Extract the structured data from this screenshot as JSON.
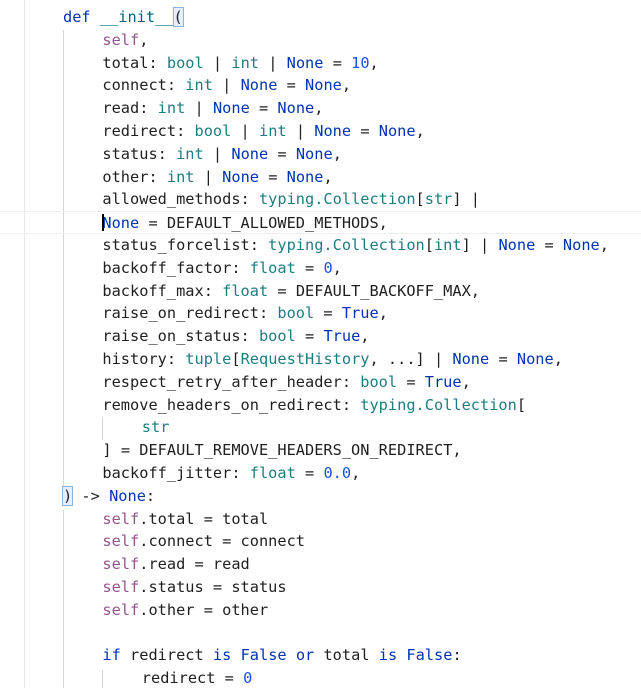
{
  "editor": {
    "language": "python",
    "lines": [
      [
        [
          "def",
          "kw"
        ],
        [
          " ",
          "p"
        ],
        [
          "__init__",
          "fn"
        ],
        [
          "(",
          "p"
        ]
      ],
      [
        [
          "self",
          "self"
        ],
        [
          ",",
          "p"
        ]
      ],
      [
        [
          "total",
          "p"
        ],
        [
          ": ",
          "p"
        ],
        [
          "bool",
          "typ"
        ],
        [
          " | ",
          "p"
        ],
        [
          "int",
          "typ"
        ],
        [
          " | ",
          "p"
        ],
        [
          "None",
          "kw"
        ],
        [
          " = ",
          "p"
        ],
        [
          "10",
          "num"
        ],
        [
          ",",
          "p"
        ]
      ],
      [
        [
          "connect",
          "p"
        ],
        [
          ": ",
          "p"
        ],
        [
          "int",
          "typ"
        ],
        [
          " | ",
          "p"
        ],
        [
          "None",
          "kw"
        ],
        [
          " = ",
          "p"
        ],
        [
          "None",
          "kw"
        ],
        [
          ",",
          "p"
        ]
      ],
      [
        [
          "read",
          "p"
        ],
        [
          ": ",
          "p"
        ],
        [
          "int",
          "typ"
        ],
        [
          " | ",
          "p"
        ],
        [
          "None",
          "kw"
        ],
        [
          " = ",
          "p"
        ],
        [
          "None",
          "kw"
        ],
        [
          ",",
          "p"
        ]
      ],
      [
        [
          "redirect",
          "p"
        ],
        [
          ": ",
          "p"
        ],
        [
          "bool",
          "typ"
        ],
        [
          " | ",
          "p"
        ],
        [
          "int",
          "typ"
        ],
        [
          " | ",
          "p"
        ],
        [
          "None",
          "kw"
        ],
        [
          " = ",
          "p"
        ],
        [
          "None",
          "kw"
        ],
        [
          ",",
          "p"
        ]
      ],
      [
        [
          "status",
          "p"
        ],
        [
          ": ",
          "p"
        ],
        [
          "int",
          "typ"
        ],
        [
          " | ",
          "p"
        ],
        [
          "None",
          "kw"
        ],
        [
          " = ",
          "p"
        ],
        [
          "None",
          "kw"
        ],
        [
          ",",
          "p"
        ]
      ],
      [
        [
          "other",
          "p"
        ],
        [
          ": ",
          "p"
        ],
        [
          "int",
          "typ"
        ],
        [
          " | ",
          "p"
        ],
        [
          "None",
          "kw"
        ],
        [
          " = ",
          "p"
        ],
        [
          "None",
          "kw"
        ],
        [
          ",",
          "p"
        ]
      ],
      [
        [
          "allowed_methods",
          "p"
        ],
        [
          ": ",
          "p"
        ],
        [
          "typing.Collection",
          "typ"
        ],
        [
          "[",
          "p"
        ],
        [
          "str",
          "typ"
        ],
        [
          "] |",
          "p"
        ]
      ],
      [
        [
          "None",
          "kw"
        ],
        [
          " = DEFAULT_ALLOWED_METHODS,",
          "p"
        ]
      ],
      [
        [
          "status_forcelist",
          "p"
        ],
        [
          ": ",
          "p"
        ],
        [
          "typing.Collection",
          "typ"
        ],
        [
          "[",
          "p"
        ],
        [
          "int",
          "typ"
        ],
        [
          "] | ",
          "p"
        ],
        [
          "None",
          "kw"
        ],
        [
          " = ",
          "p"
        ],
        [
          "None",
          "kw"
        ],
        [
          ",",
          "p"
        ]
      ],
      [
        [
          "backoff_factor",
          "p"
        ],
        [
          ": ",
          "p"
        ],
        [
          "float",
          "typ"
        ],
        [
          " = ",
          "p"
        ],
        [
          "0",
          "num"
        ],
        [
          ",",
          "p"
        ]
      ],
      [
        [
          "backoff_max",
          "p"
        ],
        [
          ": ",
          "p"
        ],
        [
          "float",
          "typ"
        ],
        [
          " = DEFAULT_BACKOFF_MAX,",
          "p"
        ]
      ],
      [
        [
          "raise_on_redirect",
          "p"
        ],
        [
          ": ",
          "p"
        ],
        [
          "bool",
          "typ"
        ],
        [
          " = ",
          "p"
        ],
        [
          "True",
          "kw"
        ],
        [
          ",",
          "p"
        ]
      ],
      [
        [
          "raise_on_status",
          "p"
        ],
        [
          ": ",
          "p"
        ],
        [
          "bool",
          "typ"
        ],
        [
          " = ",
          "p"
        ],
        [
          "True",
          "kw"
        ],
        [
          ",",
          "p"
        ]
      ],
      [
        [
          "history",
          "p"
        ],
        [
          ": ",
          "p"
        ],
        [
          "tuple",
          "typ"
        ],
        [
          "[",
          "p"
        ],
        [
          "RequestHistory",
          "typ"
        ],
        [
          ", ...] | ",
          "p"
        ],
        [
          "None",
          "kw"
        ],
        [
          " = ",
          "p"
        ],
        [
          "None",
          "kw"
        ],
        [
          ",",
          "p"
        ]
      ],
      [
        [
          "respect_retry_after_header",
          "p"
        ],
        [
          ": ",
          "p"
        ],
        [
          "bool",
          "typ"
        ],
        [
          " = ",
          "p"
        ],
        [
          "True",
          "kw"
        ],
        [
          ",",
          "p"
        ]
      ],
      [
        [
          "remove_headers_on_redirect",
          "p"
        ],
        [
          ": ",
          "p"
        ],
        [
          "typing.Collection",
          "typ"
        ],
        [
          "[",
          "p"
        ]
      ],
      [
        [
          "str",
          "typ"
        ]
      ],
      [
        [
          "]",
          "p"
        ],
        [
          " = DEFAULT_REMOVE_HEADERS_ON_REDIRECT,",
          "p"
        ]
      ],
      [
        [
          "backoff_jitter",
          "p"
        ],
        [
          ": ",
          "p"
        ],
        [
          "float",
          "typ"
        ],
        [
          " = ",
          "p"
        ],
        [
          "0.0",
          "num"
        ],
        [
          ",",
          "p"
        ]
      ],
      [
        [
          ")",
          "p"
        ],
        [
          " -> ",
          "p"
        ],
        [
          "None",
          "kw"
        ],
        [
          ":",
          "p"
        ]
      ],
      [
        [
          "self",
          "self"
        ],
        [
          ".total = total",
          "p"
        ]
      ],
      [
        [
          "self",
          "self"
        ],
        [
          ".connect = connect",
          "p"
        ]
      ],
      [
        [
          "self",
          "self"
        ],
        [
          ".read = read",
          "p"
        ]
      ],
      [
        [
          "self",
          "self"
        ],
        [
          ".status = status",
          "p"
        ]
      ],
      [
        [
          "self",
          "self"
        ],
        [
          ".other = other",
          "p"
        ]
      ],
      [],
      [
        [
          "if",
          "kw"
        ],
        [
          " redirect ",
          "p"
        ],
        [
          "is",
          "kw"
        ],
        [
          " ",
          "p"
        ],
        [
          "False",
          "kw"
        ],
        [
          " ",
          "p"
        ],
        [
          "or",
          "kw"
        ],
        [
          " total ",
          "p"
        ],
        [
          "is",
          "kw"
        ],
        [
          " ",
          "p"
        ],
        [
          "False",
          "kw"
        ],
        [
          ":",
          "p"
        ]
      ],
      [
        [
          "redirect = ",
          "p"
        ],
        [
          "0",
          "num"
        ]
      ]
    ],
    "indents": [
      0,
      1,
      1,
      1,
      1,
      1,
      1,
      1,
      1,
      1,
      1,
      1,
      1,
      1,
      1,
      1,
      1,
      1,
      2,
      1,
      1,
      0,
      1,
      1,
      1,
      1,
      1,
      0,
      1,
      2
    ],
    "current_line_index": 9,
    "caret_line_index": 9,
    "matched_bracket_lines": [
      0,
      21
    ]
  }
}
